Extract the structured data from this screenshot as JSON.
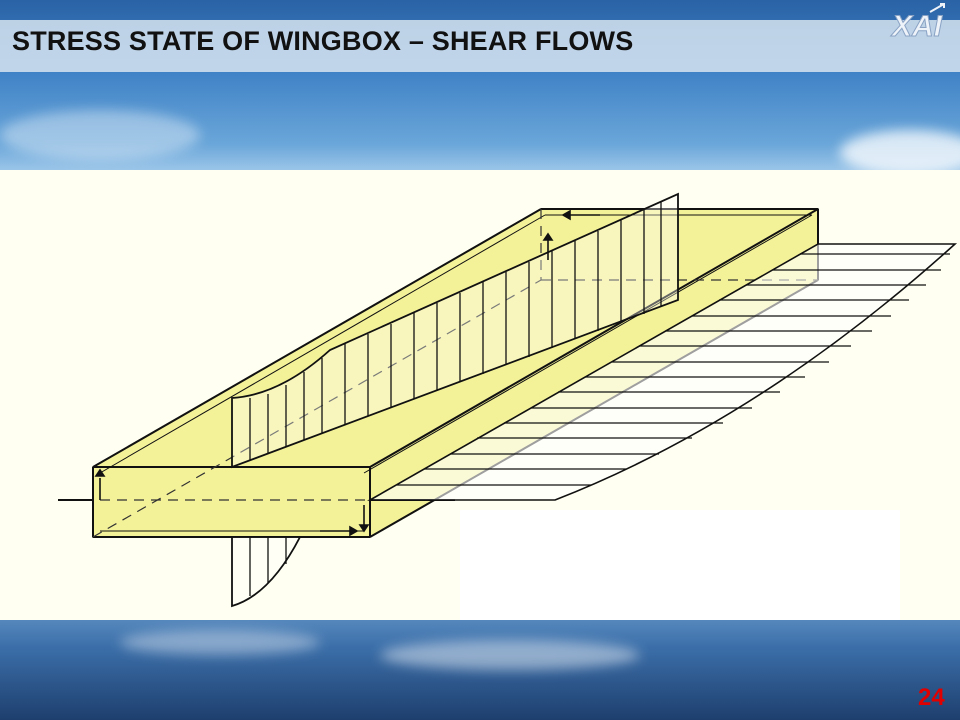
{
  "slide": {
    "title": "STRESS STATE OF WINGBOX – SHEAR FLOWS",
    "page_number": "24",
    "logo_text": "XAI"
  },
  "colors": {
    "box_fill": "#f2f08a",
    "outline": "#111111",
    "title_bar": "#d7e4f0",
    "page_number": "#e00000"
  }
}
